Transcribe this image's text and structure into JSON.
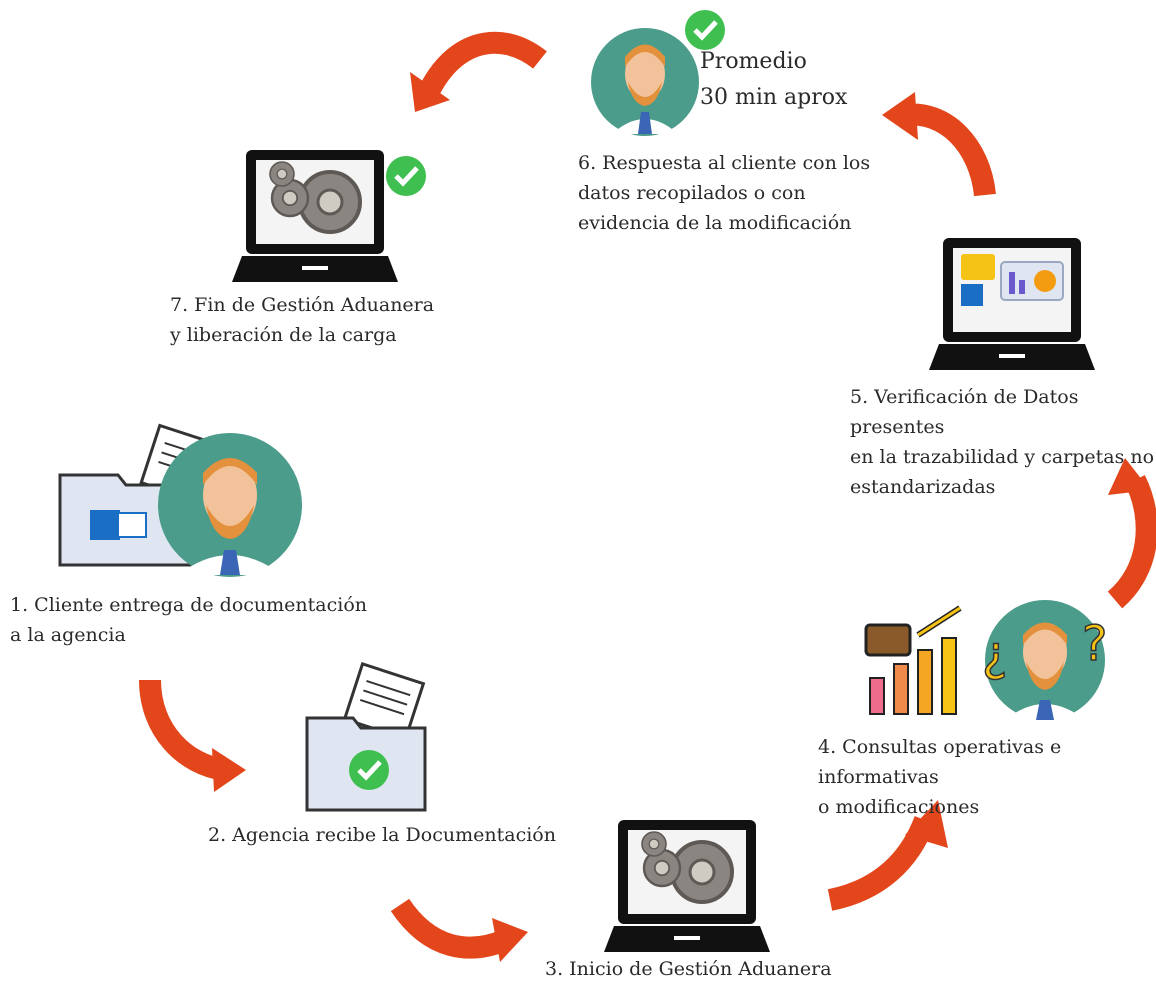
{
  "steps": [
    {
      "id": 1,
      "text": "1. Cliente entrega de documentación\n   a la agencia"
    },
    {
      "id": 2,
      "text": "2. Agencia recibe la Documentación"
    },
    {
      "id": 3,
      "text": "3. Inicio de Gestión Aduanera"
    },
    {
      "id": 4,
      "text": "4. Consultas operativas e informativas\n   o modificaciones"
    },
    {
      "id": 5,
      "text": "5. Verificación de Datos presentes\n   en la trazabilidad y carpetas no\n   estandarizadas"
    },
    {
      "id": 6,
      "text": "6. Respuesta al cliente con los\n   datos recopilados o con\n   evidencia de la modificación"
    },
    {
      "id": 7,
      "text": "7. Fin de Gestión Aduanera\n   y liberación de la carga"
    }
  ],
  "promedio": "Promedio\n30 min aprox",
  "colors": {
    "arrow": "#e2461a",
    "avatar_bg": "#4b9c8a",
    "hair": "#e3913d",
    "skin": "#f2c39a",
    "tie": "#3a66b5",
    "check": "#3fbf4f",
    "folder": "#dfe6f1",
    "outlook": "#1a6fc4"
  }
}
